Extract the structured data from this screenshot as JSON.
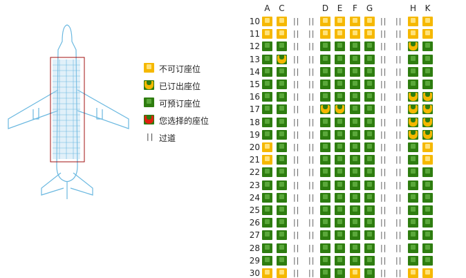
{
  "columns": [
    "A",
    "C",
    "D",
    "E",
    "F",
    "G",
    "H",
    "K"
  ],
  "aisle_mark": "||",
  "legend": [
    {
      "status": "unavailable",
      "label": "不可订座位"
    },
    {
      "status": "sold",
      "label": "已订出座位"
    },
    {
      "status": "available",
      "label": "可预订座位"
    },
    {
      "status": "selected",
      "label": "您选择的座位"
    },
    {
      "status": "aisle",
      "label": "过道"
    }
  ],
  "rows": [
    {
      "num": "10",
      "seats": [
        "U",
        "U",
        "U",
        "U",
        "U",
        "U",
        "U",
        "U"
      ]
    },
    {
      "num": "11",
      "seats": [
        "U",
        "U",
        "U",
        "U",
        "U",
        "U",
        "U",
        "U"
      ]
    },
    {
      "num": "12",
      "seats": [
        "A",
        "A",
        "A",
        "A",
        "A",
        "A",
        "S",
        "A"
      ]
    },
    {
      "num": "13",
      "seats": [
        "A",
        "S",
        "A",
        "A",
        "A",
        "A",
        "A",
        "A"
      ]
    },
    {
      "num": "14",
      "seats": [
        "A",
        "A",
        "A",
        "A",
        "A",
        "A",
        "A",
        "A"
      ]
    },
    {
      "num": "15",
      "seats": [
        "A",
        "A",
        "A",
        "A",
        "A",
        "A",
        "A",
        "A"
      ]
    },
    {
      "num": "16",
      "seats": [
        "A",
        "A",
        "A",
        "A",
        "A",
        "A",
        "S",
        "S"
      ]
    },
    {
      "num": "17",
      "seats": [
        "A",
        "A",
        "S",
        "S",
        "A",
        "A",
        "S",
        "S"
      ]
    },
    {
      "num": "18",
      "seats": [
        "A",
        "A",
        "A",
        "A",
        "A",
        "A",
        "S",
        "S"
      ]
    },
    {
      "num": "19",
      "seats": [
        "A",
        "A",
        "A",
        "A",
        "A",
        "A",
        "S",
        "S"
      ]
    },
    {
      "num": "20",
      "seats": [
        "U",
        "A",
        "A",
        "A",
        "A",
        "A",
        "A",
        "U"
      ]
    },
    {
      "num": "21",
      "seats": [
        "U",
        "A",
        "A",
        "A",
        "A",
        "A",
        "A",
        "U"
      ]
    },
    {
      "num": "22",
      "seats": [
        "A",
        "A",
        "A",
        "A",
        "A",
        "A",
        "A",
        "A"
      ]
    },
    {
      "num": "23",
      "seats": [
        "A",
        "A",
        "A",
        "A",
        "A",
        "A",
        "A",
        "A"
      ]
    },
    {
      "num": "24",
      "seats": [
        "A",
        "A",
        "A",
        "A",
        "A",
        "A",
        "A",
        "A"
      ]
    },
    {
      "num": "25",
      "seats": [
        "A",
        "A",
        "A",
        "A",
        "A",
        "A",
        "A",
        "A"
      ]
    },
    {
      "num": "26",
      "seats": [
        "A",
        "A",
        "A",
        "A",
        "A",
        "A",
        "A",
        "A"
      ]
    },
    {
      "num": "27",
      "seats": [
        "A",
        "A",
        "A",
        "A",
        "A",
        "A",
        "A",
        "A"
      ]
    },
    {
      "num": "28",
      "seats": [
        "A",
        "A",
        "A",
        "A",
        "A",
        "A",
        "A",
        "A"
      ]
    },
    {
      "num": "29",
      "seats": [
        "A",
        "A",
        "A",
        "A",
        "A",
        "A",
        "A",
        "A"
      ]
    },
    {
      "num": "30",
      "seats": [
        "U",
        "U",
        "A",
        "A",
        "U",
        "A",
        "U",
        "U"
      ]
    }
  ],
  "colors": {
    "unavailable": "#f5b800",
    "available": "#2e7d10",
    "selected": "#e02010",
    "plane_outline": "#6ab8e0",
    "highlight_box": "#a01010"
  }
}
